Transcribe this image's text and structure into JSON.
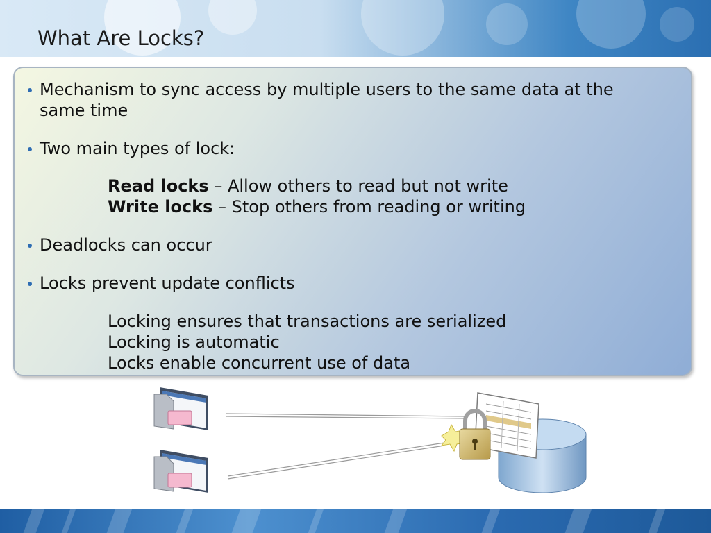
{
  "slide": {
    "title": "What Are Locks?",
    "bullets": [
      {
        "text": "Mechanism to sync access by multiple users to the same data at the same time"
      },
      {
        "text": "Two main types of lock:"
      },
      {
        "text": "Deadlocks can occur"
      },
      {
        "text": "Locks prevent update conflicts"
      }
    ],
    "lock_types": [
      {
        "term": "Read locks",
        "desc": " – Allow others to read but not write"
      },
      {
        "term": "Write locks",
        "desc": " – Stop others from reading or writing"
      }
    ],
    "conflict_points": [
      "Locking ensures that transactions are serialized",
      "Locking is automatic",
      "Locks enable concurrent use of data"
    ]
  },
  "icons": {
    "client_top": "application-window-icon",
    "client_bottom": "application-window-icon",
    "lock": "padlock-icon",
    "database": "database-icon",
    "table": "data-table-icon"
  },
  "colors": {
    "accent": "#2f6db3",
    "text": "#111111",
    "header_blue": "#2b6fb2",
    "footer_blue": "#1f5ea3"
  }
}
